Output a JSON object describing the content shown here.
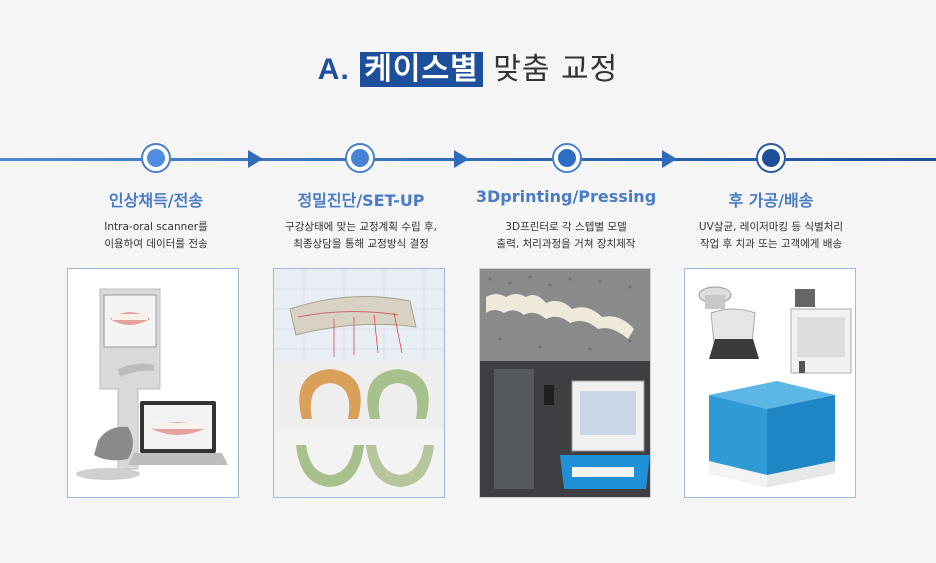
{
  "header": {
    "prefix": "A.",
    "highlight": "케이스별",
    "rest": "맞춤 교정"
  },
  "colors": {
    "accent": "#1e4f9c",
    "step_title": "#4a7cc6",
    "card_border": "#9fb9dd"
  },
  "steps": [
    {
      "title": "인상채득/전송",
      "desc_line1": "Intra-oral scanner를",
      "desc_line2": "이용하여 데이터를 전송",
      "image_icon": "intraoral-scanner-illustration"
    },
    {
      "title": "정밀진단/SET-UP",
      "desc_line1": "구강상태에 맞는 교정계획 수립 후,",
      "desc_line2": "최종상담을 통해 교정방식 결정",
      "image_icon": "dental-cad-setup-illustration"
    },
    {
      "title": "3Dprinting/Pressing",
      "desc_line1": "3D프린터로 각 스텝별 모델",
      "desc_line2": "출력, 처리과정을 거쳐 장치제작",
      "image_icon": "3d-printer-illustration"
    },
    {
      "title": "후 가공/배송",
      "desc_line1": "UV살균, 레이저마킹 등 식별처리",
      "desc_line2": "작업 후 치과 또는 고객에게 배송",
      "image_icon": "finishing-shipping-illustration"
    }
  ]
}
